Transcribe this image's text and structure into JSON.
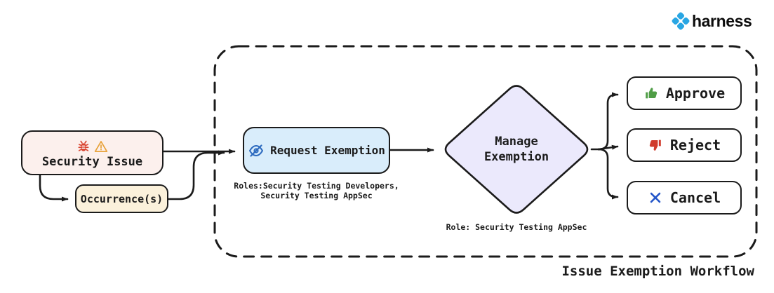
{
  "brand": {
    "name": "harness",
    "icon": "harness-logo-icon",
    "color": "#29a6e3"
  },
  "diagram": {
    "caption": "Issue Exemption Workflow",
    "nodes": {
      "security_issue": {
        "label": "Security Issue",
        "icons": [
          "bug-icon",
          "warning-icon"
        ],
        "fill": "#fcf0ed"
      },
      "occurrences": {
        "label": "Occurrence(s)",
        "fill": "#fbf1db"
      },
      "request_exemption": {
        "label": "Request Exemption",
        "icon": "eye-off-icon",
        "fill": "#d9edfb",
        "caption_line1": "Roles:Security Testing Developers,",
        "caption_line2": "Security Testing AppSec"
      },
      "manage_exemption": {
        "line1": "Manage",
        "line2": "Exemption",
        "fill": "#ebe9fc",
        "caption": "Role: Security Testing AppSec"
      },
      "approve": {
        "label": "Approve",
        "icon": "thumbs-up-icon",
        "icon_color": "#4f9d46"
      },
      "reject": {
        "label": "Reject",
        "icon": "thumbs-down-icon",
        "icon_color": "#d03b2b"
      },
      "cancel": {
        "label": "Cancel",
        "icon": "x-icon",
        "icon_color": "#2456c9"
      }
    },
    "colors": {
      "stroke": "#1b1b1b",
      "bug": "#d9432f",
      "warning": "#e8a33d",
      "eye_off": "#2d6bbf"
    }
  }
}
